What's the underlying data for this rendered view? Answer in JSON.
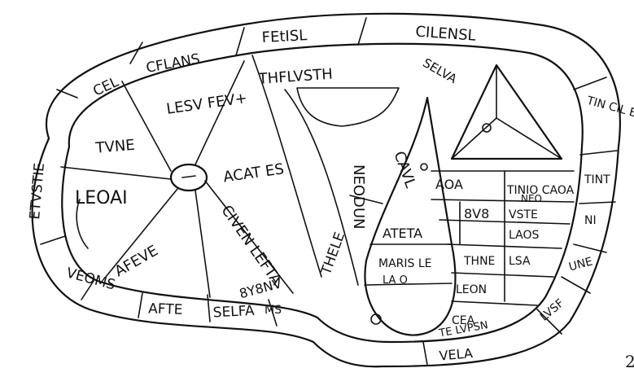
{
  "page_number": "2",
  "inscriptions": {
    "outer_top_1": "FEtISL",
    "outer_top_2": "CILENSL",
    "outer_top_left_1": "CFLANS",
    "outer_top_left_2": "CEL",
    "outer_left": "ETVSTIE",
    "outer_bottom_1": "VEOMS",
    "outer_bottom_2": "AFTE",
    "outer_bottom_3": "SELFA",
    "outer_right_1": "TIN CIL EN",
    "outer_right_2": "TINT",
    "outer_right_3": "NI",
    "outer_right_4": "UNE",
    "outer_right_5": "LVSF",
    "outer_bottom_right": "VELA",
    "wedge_1": "LESV FEV+",
    "wedge_2": "TVNE",
    "wedge_3": "LEOAI",
    "wedge_4": "AFEVE",
    "wedge_5": "CIVEN LEFTA",
    "wedge_6": "ACAT ES",
    "inner_1": "THFLVSTH",
    "inner_2": "NEODUN",
    "inner_3": "CAVL",
    "inner_4": "THELE",
    "inner_5": "SELVA",
    "tri_1": "TINIO CAOA",
    "tri_2": "NEO",
    "tri_3": "AOA",
    "tri_4": "TE LVPSN",
    "cell_1": "8V8",
    "cell_2": "VSTE",
    "cell_3": "LAOS",
    "cell_4": "ATETA",
    "cell_5": "MARIS LE",
    "cell_6": "THNE",
    "cell_7": "LEON",
    "cell_8": "CEA",
    "cell_9": "LSA",
    "cell_10": "8Y8NV",
    "cell_11": "LA O",
    "cell_12": "MS"
  },
  "colors": {
    "ink": "#111111",
    "paper": "#ffffff"
  }
}
